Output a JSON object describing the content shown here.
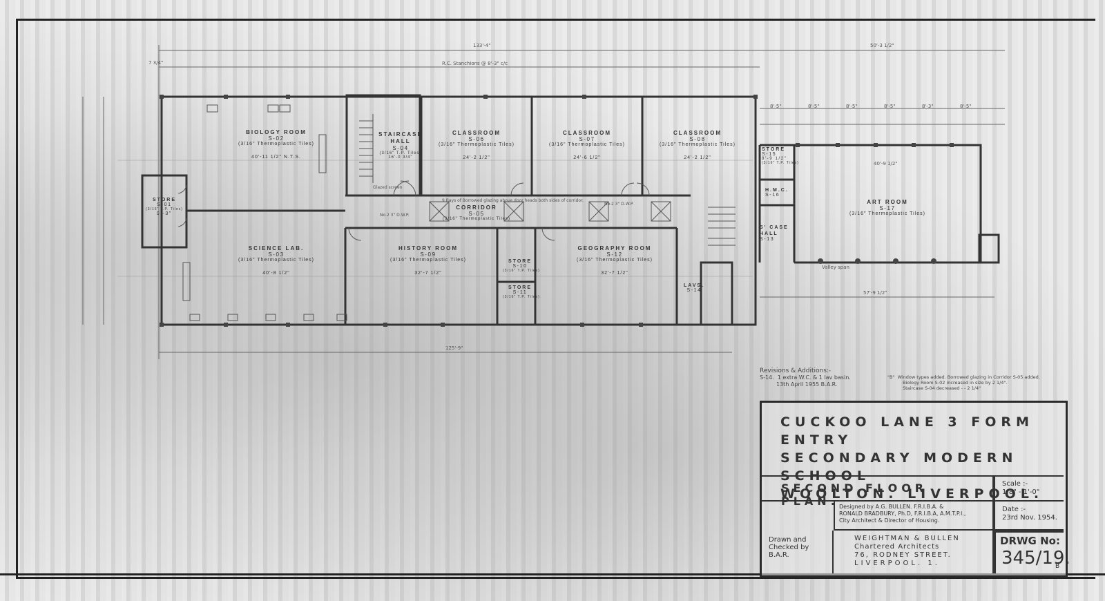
{
  "drawing": {
    "project_title_lines": [
      "CUCKOO LANE 3 FORM ENTRY",
      "SECONDARY MODERN SCHOOL",
      "WOOLTON. LIVERPOOL."
    ],
    "sheet_title": "SECOND FLOOR PLAN.",
    "scale_label": "Scale :-",
    "scale_value": "1/8\" - 1'-0\"",
    "designed_by": [
      "Designed by A.G. BULLEN. F.R.I.B.A. &",
      "RONALD BRADBURY, Ph.D, F.R.I.B.A, A.M.T.P.I.,",
      "City Architect & Director of Housing."
    ],
    "date_label": "Date :-",
    "date_value": "23rd Nov. 1954.",
    "drawn_checked": [
      "Drawn and",
      "Checked by",
      "B.A.R."
    ],
    "architects": [
      "WEIGHTMAN & BULLEN",
      "Chartered Architects",
      "76, RODNEY STREET.",
      "LIVERPOOL. 1."
    ],
    "drawing_no_label": "DRWG No:",
    "drawing_no": "345/19.",
    "revision_letter": "B"
  },
  "revisions": {
    "heading": "Revisions & Additions:-",
    "items": [
      {
        "ref": "S-14.",
        "text": "1 extra W.C. & 1 lav basin.",
        "date": "13th April 1955  B.A.R."
      },
      {
        "ref": "\"B\"",
        "text": "Window types added. Borrowed glazing in Corridor S-05 added.",
        "line2": "Biology Room S-02 increased in size by 2 1/4\".",
        "line3": "Staircase S-04 decreased - - 2 1/4\""
      }
    ]
  },
  "dimensions": {
    "overall_top": "133'-4\"",
    "overall_top_right": "50'-3 1/2\"",
    "overall_bottom": "125'-9\"",
    "art_room_bottom": "57'-9 1/2\"",
    "stanchions": "R.C. Stanchions @ 8'-3\" c/c",
    "left_offset": "7 3/4\"",
    "art_bays": [
      "8'-5\"",
      "8'-5\"",
      "8'-5\"",
      "8'-5\"",
      "8'-3\"",
      "8'-5\""
    ]
  },
  "rooms": [
    {
      "id": "biology",
      "name": "BIOLOGY ROOM",
      "code": "S-02",
      "finish": "(3/16\" Thermoplastic Tiles)",
      "dim": "40'-11 1/2\" N.T.S."
    },
    {
      "id": "store01",
      "name": "STORE",
      "code": "S-01",
      "finish": "(3/16\" T.P. Tiles)",
      "dim": "9'-3\""
    },
    {
      "id": "science",
      "name": "SCIENCE LAB.",
      "code": "S-03",
      "finish": "(3/16\" Thermoplastic Tiles)",
      "dim": "40'-8 1/2\""
    },
    {
      "id": "stair04",
      "name": "STAIRCASE HALL",
      "code": "S-04",
      "finish": "(3/16\" T.P. Tiles)",
      "dim": "16'-0 3/4\""
    },
    {
      "id": "class06",
      "name": "CLASSROOM",
      "code": "S-06",
      "finish": "(3/16\" Thermoplastic Tiles)",
      "dim": "24'-2 1/2\""
    },
    {
      "id": "class07",
      "name": "CLASSROOM",
      "code": "S-07",
      "finish": "(3/16\" Thermoplastic Tiles)",
      "dim": "24'-6 1/2\""
    },
    {
      "id": "class08",
      "name": "CLASSROOM",
      "code": "S-08",
      "finish": "(3/16\" Thermoplastic Tiles)",
      "dim": "24'-2 1/2\""
    },
    {
      "id": "corridor",
      "name": "CORRIDOR",
      "code": "S-05",
      "finish": "(3/16\" Thermoplastic Tiles)",
      "note": "9 Bays of Borrowed glazing above door heads both sides of corridor."
    },
    {
      "id": "history",
      "name": "HISTORY ROOM",
      "code": "S-09",
      "finish": "(3/16\" Thermoplastic Tiles)",
      "dim": "32'-7 1/2\""
    },
    {
      "id": "store10",
      "name": "STORE",
      "code": "S-10",
      "finish": "(3/16\" T.P. Tiles)"
    },
    {
      "id": "store11",
      "name": "STORE",
      "code": "S-11",
      "finish": "(3/16\" T.P. Tiles)"
    },
    {
      "id": "geography",
      "name": "GEOGRAPHY ROOM",
      "code": "S-12",
      "finish": "(3/16\" Thermoplastic Tiles)",
      "dim": "32'-7 1/2\""
    },
    {
      "id": "scase13",
      "name": "S' CASE HALL",
      "code": "S-13"
    },
    {
      "id": "lavs",
      "name": "LAVS.",
      "code": "S-14"
    },
    {
      "id": "store15",
      "name": "STORE",
      "code": "S-15",
      "finish": "(3/16\" T.P. Tiles)",
      "dim": "8'-9 1/2\""
    },
    {
      "id": "hmc",
      "name": "H.M.C.",
      "code": "S-16"
    },
    {
      "id": "art",
      "name": "ART ROOM",
      "code": "S-17",
      "finish": "(3/16\" Thermoplastic Tiles)",
      "dim": "40'-9 1/2\""
    }
  ],
  "notes": {
    "glazed_screen": "Glazed screen",
    "corridor_dwp_left": "No.2 3\" D.W.P.",
    "corridor_dwp_right": "No.2 3\" D.W.P.",
    "valley": "Valley span"
  }
}
